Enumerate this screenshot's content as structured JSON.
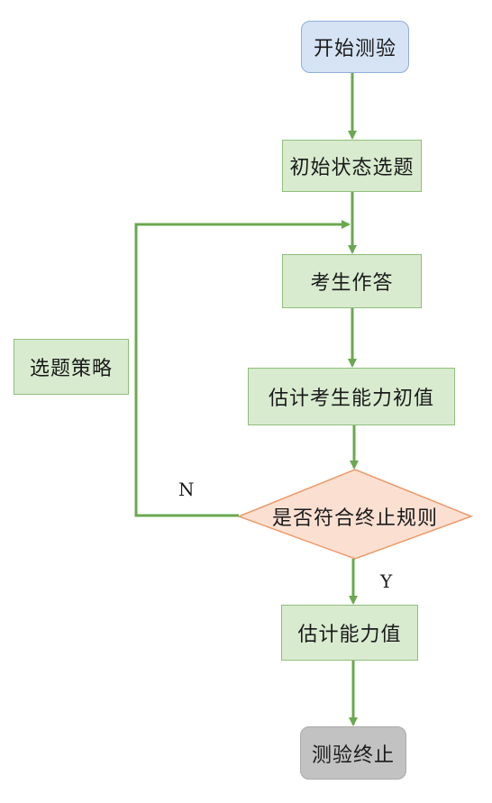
{
  "nodes": {
    "start": "开始测验",
    "initial_selection": "初始状态选题",
    "candidate_answer": "考生作答",
    "estimate_initial": "估计考生能力初值",
    "decision": "是否符合终止规则",
    "final_estimate": "估计能力值",
    "end": "测验终止",
    "strategy": "选题策略"
  },
  "edge_labels": {
    "no": "N",
    "yes": "Y"
  },
  "colors": {
    "process_fill": "#d8ebcf",
    "process_border": "#8fbf7a",
    "start_fill": "#d5e3f4",
    "end_fill": "#c2c2c2",
    "decision_fill": "#fbe0d2",
    "decision_border": "#ec9a6a",
    "arrow": "#6aa84f"
  }
}
